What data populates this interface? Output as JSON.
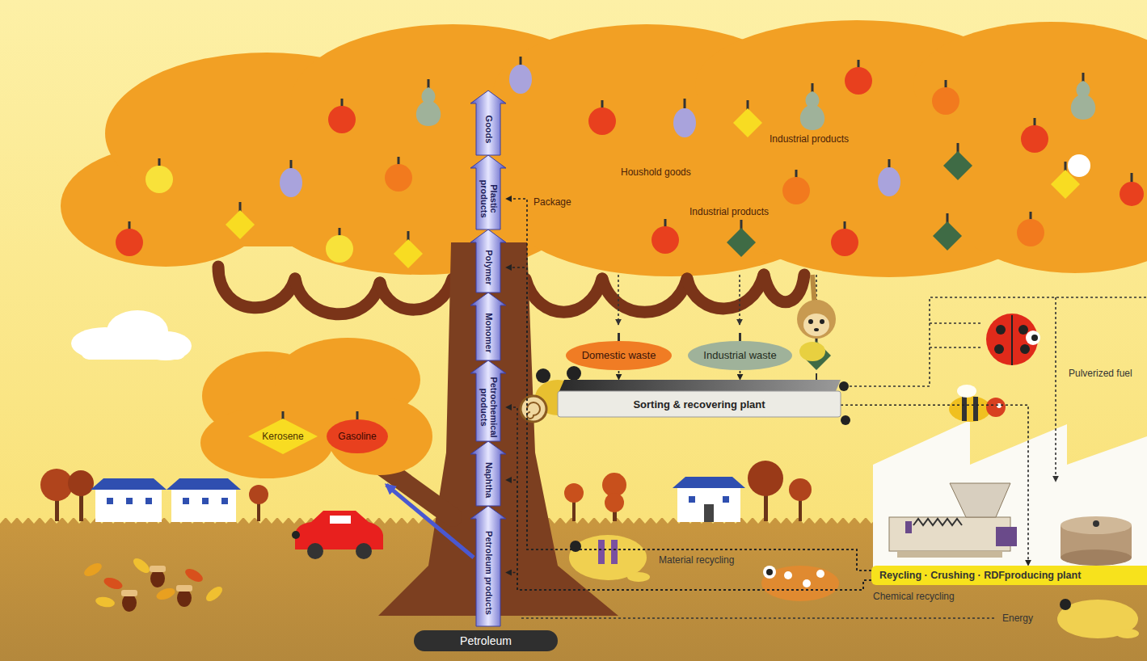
{
  "diagram": {
    "nodes": [
      {
        "text": [
          "Petroleum"
        ]
      },
      {
        "text": [
          "Petroleum products"
        ]
      },
      {
        "text": [
          "Naphtha"
        ]
      },
      {
        "text": [
          "Petrochemical products"
        ]
      },
      {
        "text": [
          "Monomer"
        ]
      },
      {
        "text": [
          "Polymer"
        ]
      },
      {
        "text": [
          "Plastic products"
        ]
      },
      {
        "text": [
          "Goods"
        ]
      },
      {
        "text": [
          "Kerosene"
        ]
      },
      {
        "text": [
          "Gasoline"
        ]
      },
      {
        "text": [
          "Domestic waste"
        ]
      },
      {
        "text": [
          "Industrial waste"
        ]
      },
      {
        "text": [
          "Sorting & recovering plant"
        ]
      },
      {
        "text": [
          "Reycling · Crushing · RDFproducing plant"
        ]
      }
    ],
    "edges": [
      {
        "from": 10,
        "to": 12,
        "arrow": "to"
      },
      {
        "from": 11,
        "to": 12,
        "arrow": "to"
      },
      {
        "from": 12,
        "to": 13,
        "arrow": "to"
      },
      {
        "from": 13,
        "to": 6,
        "arrow": "to"
      },
      {
        "from": 13,
        "to": 5,
        "arrow": "to"
      },
      {
        "from": 13,
        "to": 3,
        "arrow": "to"
      },
      {
        "from": 13,
        "to": 2,
        "arrow": "to"
      },
      {
        "from": 13,
        "to": 1,
        "arrow": "to"
      }
    ],
    "labels": [
      "Package",
      "Houshold goods",
      "Industrial products",
      "Industrial products",
      "Pulverized fuel",
      "Material recycling",
      "Chemical recycling",
      "Energy"
    ]
  }
}
